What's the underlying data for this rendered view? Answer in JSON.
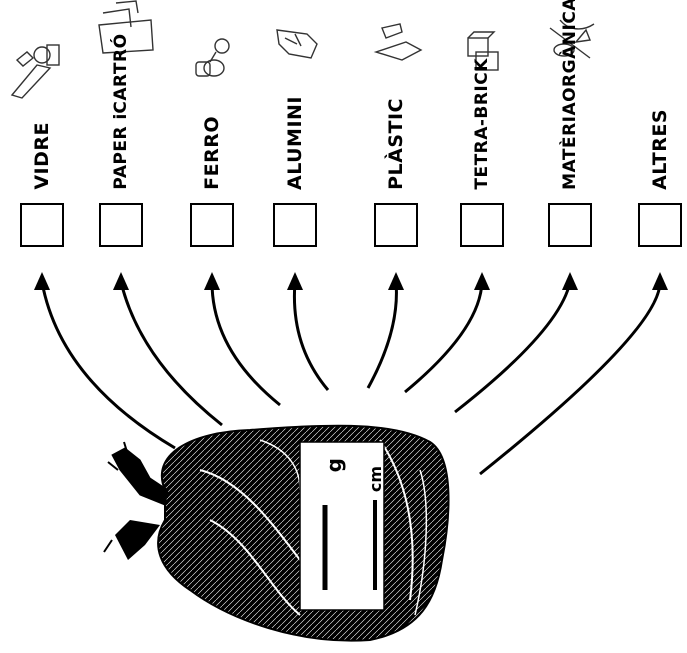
{
  "categories": [
    {
      "id": "vidre",
      "lines": [
        "VIDRE"
      ],
      "icon": "glass-bottles-icon"
    },
    {
      "id": "paper",
      "lines": [
        "PAPER i",
        "CARTRÓ"
      ],
      "icon": "paper-cardboard-icon"
    },
    {
      "id": "ferro",
      "lines": [
        "FERRO"
      ],
      "icon": "tin-cans-icon"
    },
    {
      "id": "alumini",
      "lines": [
        "ALUMINI"
      ],
      "icon": "crushed-can-icon"
    },
    {
      "id": "plastic",
      "lines": [
        "PLÀSTIC"
      ],
      "icon": "plastic-bottles-icon"
    },
    {
      "id": "tetra",
      "lines": [
        "TETRA-",
        "BRICK"
      ],
      "icon": "drink-cartons-icon"
    },
    {
      "id": "organica",
      "lines": [
        "MATÈRIA",
        "ORGÀNICA"
      ],
      "icon": "food-scraps-icon"
    },
    {
      "id": "altres",
      "lines": [
        "ALTRES"
      ],
      "icon": "other-waste-icon"
    }
  ],
  "bag": {
    "icon": "garbage-bag-icon",
    "weight_unit": "g",
    "size_unit": "cm"
  },
  "colors": {
    "ink": "#000000",
    "paper": "#ffffff"
  }
}
